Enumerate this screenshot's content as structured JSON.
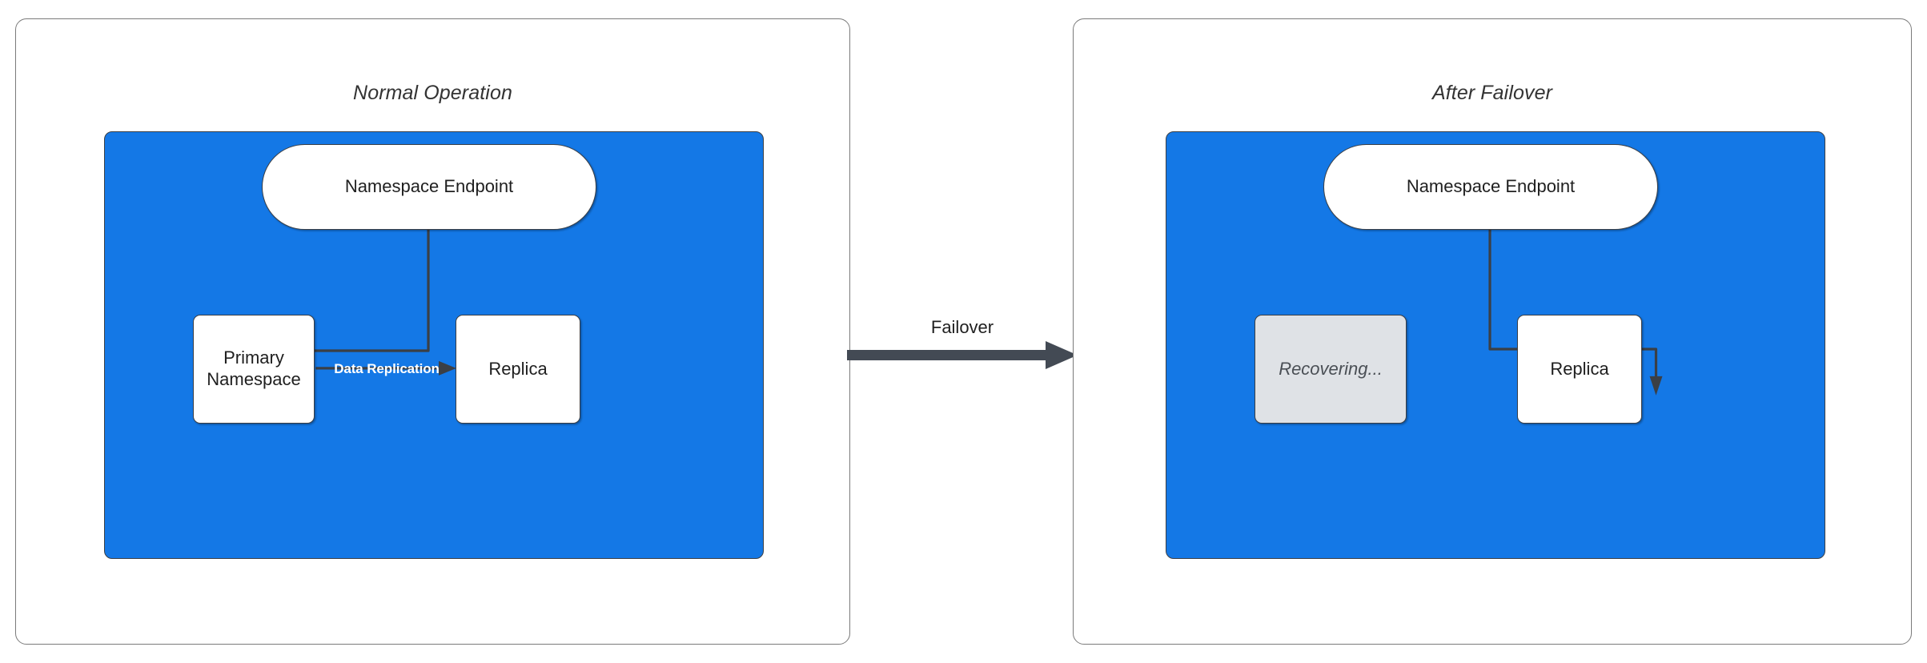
{
  "diagram": {
    "title_left": "Normal Operation",
    "title_right": "After Failover",
    "transition_label": "Failover",
    "colors": {
      "region_blue": "#1478e6",
      "node_white": "#ffffff",
      "node_dim_gray": "#dfe2e6",
      "stroke_dark": "#3b3f45",
      "panel_border": "#7a7a7a",
      "label_white": "#ffffff",
      "text_dark": "#1f1f1f"
    }
  },
  "left_panel": {
    "title": "Normal Operation",
    "nodes": [
      {
        "id": "endpoint",
        "label": "Namespace Endpoint",
        "shape": "pill",
        "state": "active"
      },
      {
        "id": "primary",
        "label": "Primary Namespace",
        "label_line1": "Primary",
        "label_line2": "Namespace",
        "shape": "box",
        "state": "active"
      },
      {
        "id": "replica",
        "label": "Replica",
        "shape": "box",
        "state": "active"
      }
    ],
    "edges": [
      {
        "from": "endpoint",
        "to": "primary",
        "label": "",
        "style": "elbow-arrow"
      },
      {
        "from": "primary",
        "to": "replica",
        "label": "Data Replication",
        "style": "straight-arrow"
      }
    ]
  },
  "right_panel": {
    "title": "After Failover",
    "nodes": [
      {
        "id": "endpoint",
        "label": "Namespace Endpoint",
        "shape": "pill",
        "state": "active"
      },
      {
        "id": "recovering",
        "label": "Recovering...",
        "shape": "box",
        "state": "dimmed"
      },
      {
        "id": "replica",
        "label": "Replica",
        "shape": "box",
        "state": "active"
      }
    ],
    "edges": [
      {
        "from": "endpoint",
        "to": "replica",
        "label": "",
        "style": "elbow-arrow"
      }
    ]
  },
  "transition": {
    "label": "Failover",
    "direction": "left-to-right"
  }
}
